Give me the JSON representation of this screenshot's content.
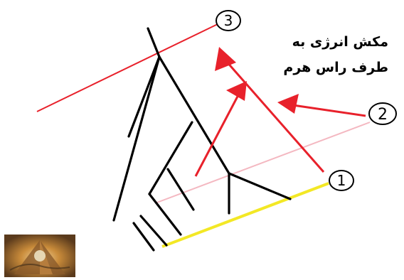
{
  "caption": {
    "line1": "مکش انرژی به",
    "line2": "طرف راس هرم"
  },
  "markers": [
    {
      "id": "marker-1",
      "label": "1"
    },
    {
      "id": "marker-2",
      "label": "2"
    },
    {
      "id": "marker-3",
      "label": "3"
    }
  ],
  "colors": {
    "structure": "#000000",
    "red": "#e8212b",
    "pink": "#f4b8c1",
    "yellow": "#f3e825",
    "background": "#ffffff"
  },
  "thumbnail": {
    "icon": "pyramid-photo-thumbnail"
  }
}
